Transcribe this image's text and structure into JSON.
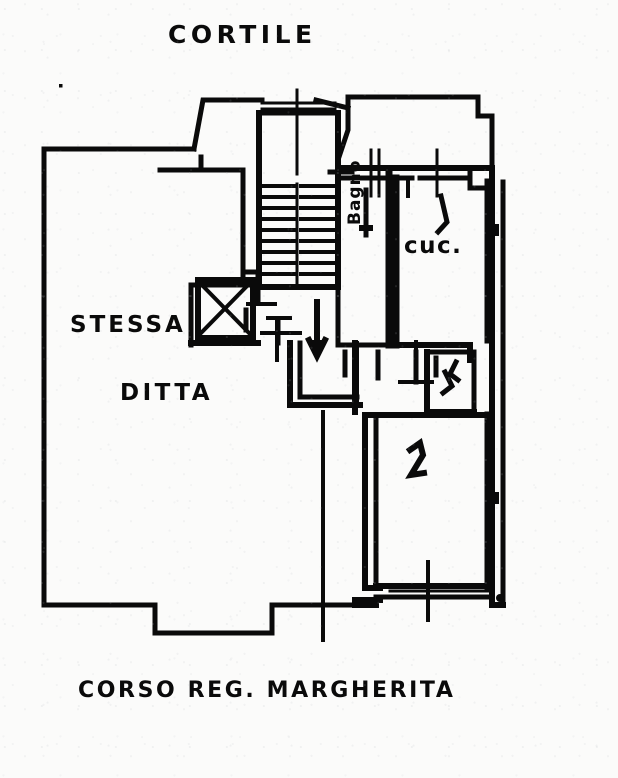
{
  "document": {
    "kind": "architectural-floor-plan",
    "background_color": "#fbfbfa",
    "ink_color": "#0a0a0a"
  },
  "labels": {
    "top_street": "CORTILE",
    "bottom_street": "CORSO REG. MARGHERITA",
    "left_area_line1": "STESSA",
    "left_area_line2": "DITTA",
    "kitchen": "cuc.",
    "bathroom": "Bagno"
  },
  "rooms": [
    {
      "id": "stessa-ditta",
      "label": "STESSA DITTA",
      "note": "large unlabeled left area"
    },
    {
      "id": "kitchen",
      "label": "cuc.",
      "note": "kitchen, upper right"
    },
    {
      "id": "bathroom",
      "label": "Bagno",
      "note": "bathroom, narrow vertical, rotated label"
    },
    {
      "id": "lower-right-room",
      "label": "",
      "note": "large lower-right room"
    },
    {
      "id": "wc",
      "label": "",
      "note": "small service room right of corridor"
    }
  ],
  "fixtures": [
    {
      "id": "stairwell",
      "name": "stair-flights",
      "steps_per_flight": 9,
      "flights": 2
    },
    {
      "id": "elevator",
      "name": "elevator-shaft",
      "symbol": "x-cross"
    },
    {
      "id": "corridor-arrow",
      "name": "direction-arrow-down"
    }
  ],
  "icons": {
    "stair": "stair-icon",
    "elevator": "elevator-shaft-icon",
    "arrow_down": "arrow-down-icon",
    "door_swing": "door-swing-icon"
  }
}
